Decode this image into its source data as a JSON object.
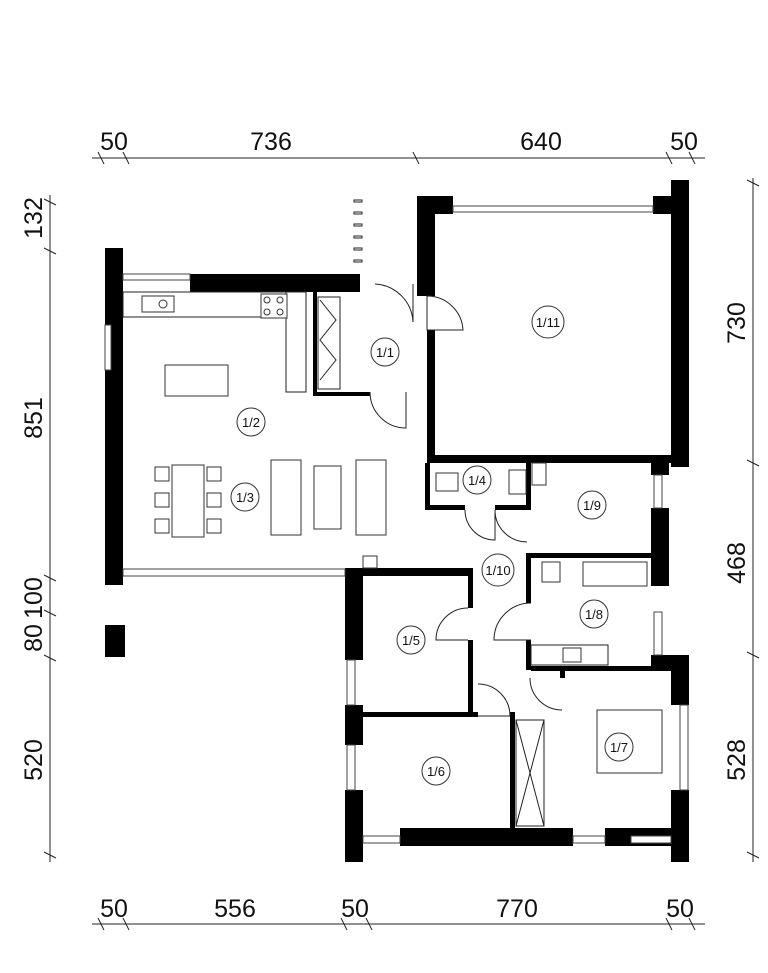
{
  "dimensions": {
    "top": [
      "50",
      "736",
      "640",
      "50"
    ],
    "bottom": [
      "50",
      "556",
      "50",
      "770",
      "50"
    ],
    "left": [
      "132",
      "851",
      "100",
      "80",
      "520"
    ],
    "right": [
      "730",
      "468",
      "528"
    ]
  },
  "rooms": {
    "r1_1": "1/1",
    "r1_2": "1/2",
    "r1_3": "1/3",
    "r1_4": "1/4",
    "r1_5": "1/5",
    "r1_6": "1/6",
    "r1_7": "1/7",
    "r1_8": "1/8",
    "r1_9": "1/9",
    "r1_10": "1/10",
    "r1_11": "1/11"
  },
  "colors": {
    "wall": "#000000",
    "line": "#222222"
  }
}
